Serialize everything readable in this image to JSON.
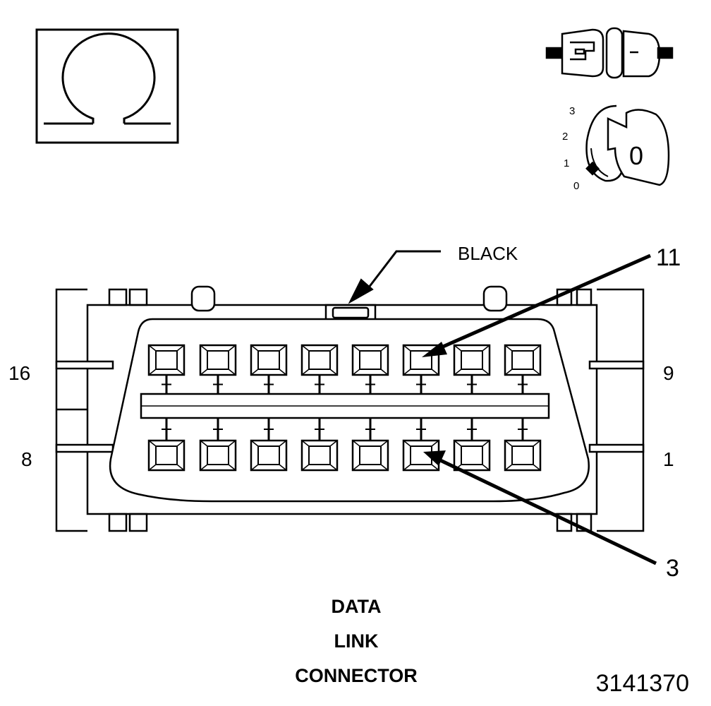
{
  "symbols": {
    "ohm": "ohm-meter-icon",
    "disconnect": "connector-disconnected-icon",
    "ignition": "ignition-switch-icon"
  },
  "ignition": {
    "positions": [
      "3",
      "2",
      "1",
      "0"
    ],
    "key_label": "0"
  },
  "connector": {
    "color_label": "BLACK",
    "callouts": {
      "upper": "11",
      "lower": "3"
    },
    "corner_numbers": {
      "top_left": "16",
      "bottom_left": "8",
      "top_right": "9",
      "bottom_right": "1"
    },
    "title": [
      "DATA",
      "LINK",
      "CONNECTOR"
    ]
  },
  "figure_id": "3141370",
  "colors": {
    "line": "#000000",
    "background": "#ffffff"
  }
}
